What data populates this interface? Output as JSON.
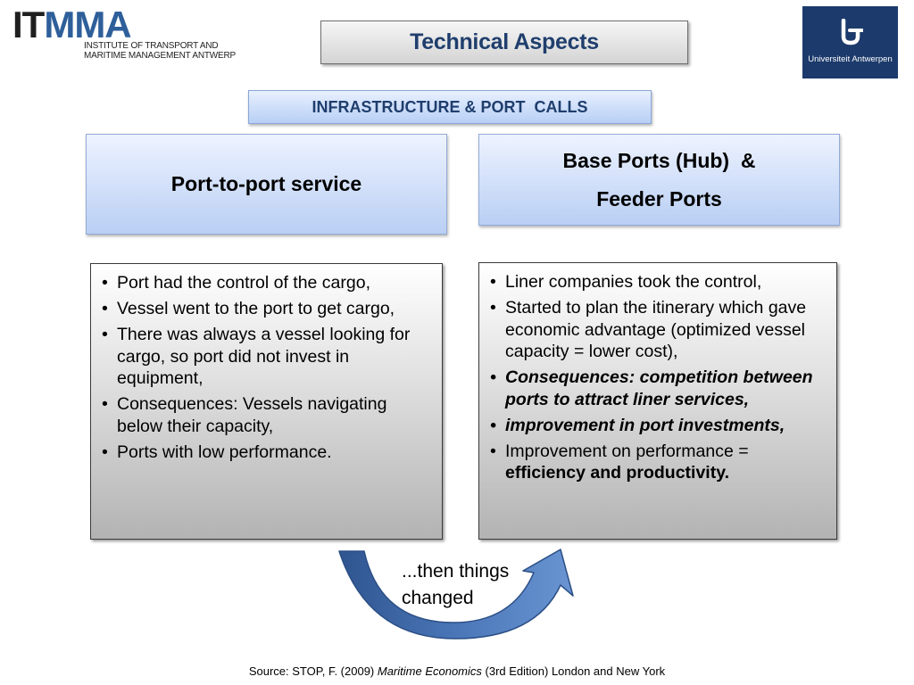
{
  "logos": {
    "itmma": {
      "main_prefix": "IT",
      "main_suffix": "MMA",
      "subtitle_line1": "INSTITUTE OF TRANSPORT AND",
      "subtitle_line2": "MARITIME MANAGEMENT ANTWERP"
    },
    "university": {
      "name": "Universiteit Antwerpen"
    }
  },
  "slide": {
    "title": "Technical Aspects",
    "subtitle": "INFRASTRUCTURE & PORT  CALLS"
  },
  "left": {
    "header": "Port-to-port service",
    "bullets": [
      "Port had the control of the cargo,",
      "Vessel went to the port to get cargo,",
      "There was always a vessel looking for cargo, so port did not invest in equipment,",
      "Consequences: Vessels navigating below their capacity,",
      "Ports with low performance."
    ]
  },
  "right": {
    "header_line1": "Base Ports (Hub)  &",
    "header_line2": "Feeder Ports",
    "bullets": [
      "Liner companies took the control,",
      "Started to plan the itinerary which gave economic advantage (optimized vessel capacity = lower cost),",
      "Consequences: competition between ports to attract liner services,",
      "improvement in port investments,"
    ],
    "last_bullet_prefix": "Improvement on performance = ",
    "last_bullet_bold": "efficiency and productivity."
  },
  "transition": {
    "line1": "...then things",
    "line2": "changed"
  },
  "source": {
    "prefix": "Source: STOP, F. (2009) ",
    "title": "Maritime Economics",
    "suffix": " (3rd Edition) London and New York"
  },
  "colors": {
    "title_text": "#1f3e6d",
    "header_gradient_top": "#eef3ff",
    "header_gradient_bottom": "#b9cff4",
    "arrow_fill": "#3f6aa8",
    "university_bg": "#1c3a6b"
  }
}
